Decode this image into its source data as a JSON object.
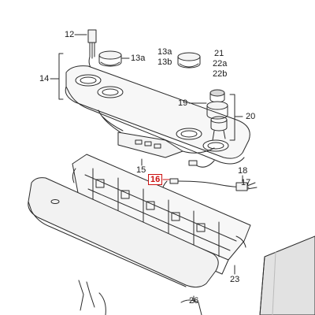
{
  "callouts": {
    "c12": "12",
    "c13a_a": "13a",
    "c13a_b": "13a",
    "c13b": "13b",
    "c21": "21",
    "c22a": "22a",
    "c22b": "22b",
    "c14": "14",
    "c19": "19",
    "c20": "20",
    "c15": "15",
    "c16": "16",
    "c18": "18",
    "c17": "17",
    "c23": "23",
    "c26": "26"
  },
  "highlight": {
    "callout": "16",
    "color": "#cc1111"
  },
  "colors": {
    "line": "#2b2b2b",
    "panel_fill": "#f4f4f4",
    "shadow": "#d8d8d8"
  }
}
